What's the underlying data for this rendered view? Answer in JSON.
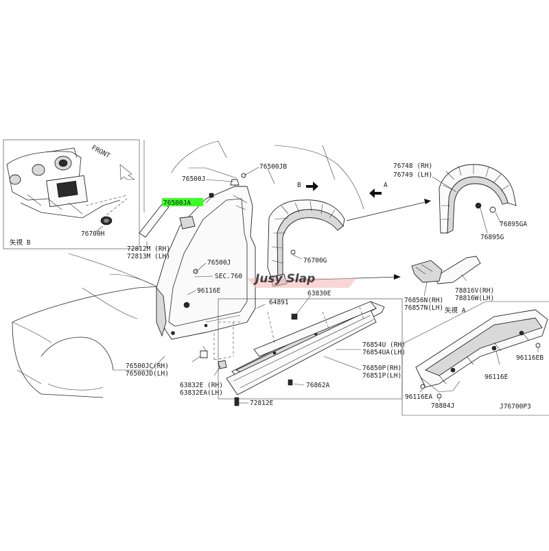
{
  "callouts": {
    "jb": "76500JB",
    "j_top": "76500J",
    "ja": "76500JA",
    "m": "72812M (RH)",
    "m_lh": "72813M (LH)",
    "j_mid": "76500J",
    "sec": "SEC.760",
    "e96": "96116E",
    "h700": "76700H",
    "g700": "76700G",
    "rh748": "76748 (RH)",
    "lh749": "76749 (LH)",
    "ga": "76895GA",
    "g895": "76895G",
    "v816": "78816V(RH)",
    "w816": "78816W(LH)",
    "n856": "76856N(RH)",
    "n857": "76857N(LH)",
    "e830": "63830E",
    "p891": "64891",
    "u854": "76854U  (RH)",
    "ua854": "76854UA(LH)",
    "p850": "76850P(RH)",
    "p851": "76851P(LH)",
    "jc": "76500JC(RH)",
    "jd": "76500JD(LH)",
    "e832": "63832E  (RH)",
    "ea832": "63832EA(LH)",
    "a862": "76862A",
    "e812": "72812E",
    "eb": "96116EB",
    "e96b": "96116E",
    "ea96": "96116EA",
    "j884": "78884J"
  },
  "views": {
    "view_b": "矢視 B",
    "view_a": "矢視 A",
    "front": "FRONT",
    "arrow_b": "B",
    "arrow_a": "A"
  },
  "diagram_code": "J76700P3",
  "watermark": "Jusy Slap",
  "colors": {
    "highlight": "#3cff28",
    "watermark": "#e03030",
    "line": "#222222"
  }
}
